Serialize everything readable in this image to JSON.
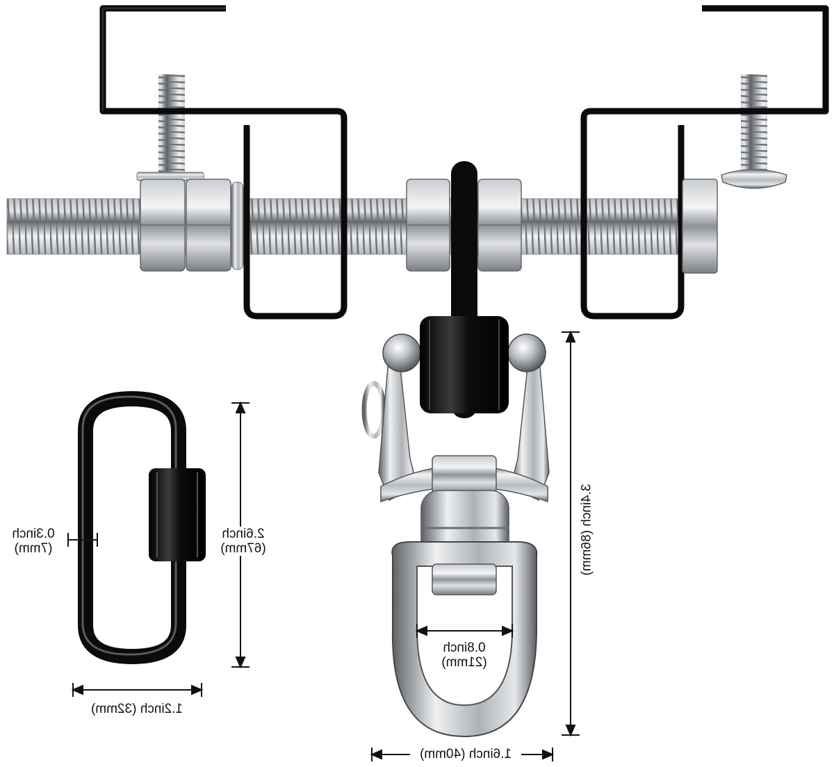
{
  "colors": {
    "steel_light": "#e9ebec",
    "steel_mid": "#a9adb1",
    "steel_dark": "#5d6166",
    "black_metal": "#111111",
    "background": "#ffffff"
  },
  "labels": {
    "gate_width": {
      "value": "0.3inch",
      "metric": "(7mm)"
    },
    "link_height": {
      "value": "2.6inch",
      "metric": "(67mm)"
    },
    "link_width": {
      "value": "1.2inch",
      "metric": "(32mm)"
    },
    "eye_inner": {
      "value": "0.8inch",
      "metric": "(21mm)"
    },
    "swivel_height": {
      "value": "3.4inch",
      "metric": "(86mm)"
    },
    "swivel_width": {
      "value": "1.6inch",
      "metric": "(40mm)"
    }
  },
  "icons": [
    "beam-clamp-icon",
    "threaded-rod-icon",
    "swivel-hook-icon",
    "quick-link-icon"
  ]
}
